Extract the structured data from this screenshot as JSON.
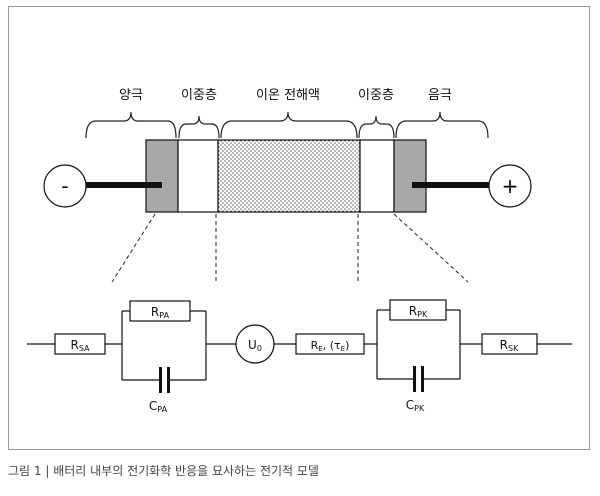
{
  "regions": {
    "anode": "양극",
    "double_layer_left": "이중층",
    "electrolyte": "이온  전해액",
    "double_layer_right": "이중층",
    "cathode": "음극"
  },
  "terminals": {
    "negative": "-",
    "positive": "+"
  },
  "circuit": {
    "r_sa": {
      "base": "R",
      "sub": "SA"
    },
    "r_pa": {
      "base": "R",
      "sub": "PA"
    },
    "c_pa": {
      "base": "C",
      "sub": "PA"
    },
    "u0": {
      "base": "U",
      "sub": "0"
    },
    "r_e": {
      "base": "R",
      "sub": "E",
      "suffix": ", (τ",
      "sub2": "E",
      "tail": ")"
    },
    "r_pk": {
      "base": "R",
      "sub": "PK"
    },
    "c_pk": {
      "base": "C",
      "sub": "PK"
    },
    "r_sk": {
      "base": "R",
      "sub": "SK"
    }
  },
  "caption": "그림 1 | 배터리 내부의 전기화학 반응을 묘사하는 전기적 모델"
}
